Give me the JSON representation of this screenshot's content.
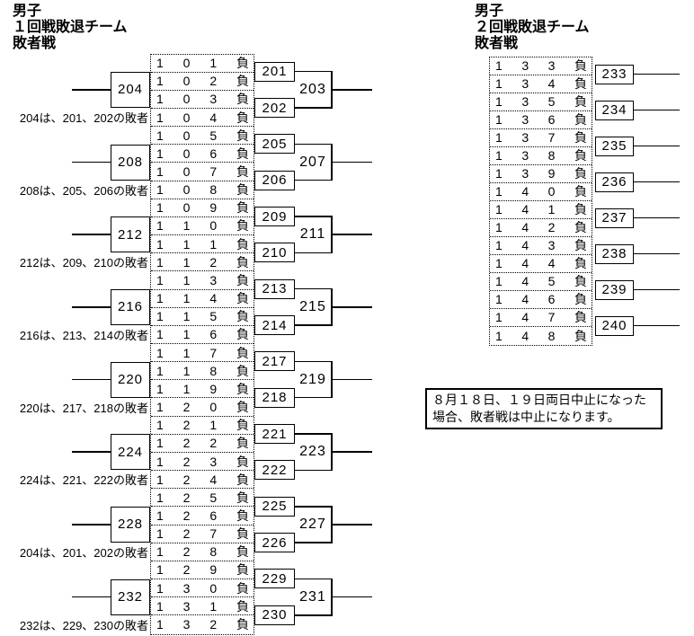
{
  "left_section": {
    "header": [
      "男子",
      "１回戦敗退チーム",
      "敗者戦"
    ],
    "loss_label": "負",
    "loser_rows": [
      "101",
      "102",
      "103",
      "104",
      "105",
      "106",
      "107",
      "108",
      "109",
      "110",
      "111",
      "112",
      "113",
      "114",
      "115",
      "116",
      "117",
      "118",
      "119",
      "120",
      "121",
      "122",
      "123",
      "124",
      "125",
      "126",
      "127",
      "128",
      "129",
      "130",
      "131",
      "132"
    ],
    "pair_boxes": [
      "201",
      "202",
      "205",
      "206",
      "209",
      "210",
      "213",
      "214",
      "217",
      "218",
      "221",
      "222",
      "225",
      "226",
      "229",
      "230"
    ],
    "advance_labels": [
      "203",
      "207",
      "211",
      "215",
      "219",
      "223",
      "227",
      "231"
    ],
    "consolation_boxes": [
      "204",
      "208",
      "212",
      "216",
      "220",
      "224",
      "228",
      "232"
    ],
    "captions": [
      "204は、201、202の敗者",
      "208は、205、206の敗者",
      "212は、209、210の敗者",
      "216は、213、214の敗者",
      "220は、217、218の敗者",
      "224は、221、222の敗者",
      "204は、201、202の敗者",
      "232は、229、230の敗者"
    ]
  },
  "right_section": {
    "header": [
      "男子",
      "２回戦敗退チーム",
      "敗者戦"
    ],
    "loss_label": "負",
    "loser_rows": [
      "133",
      "134",
      "135",
      "136",
      "137",
      "138",
      "139",
      "140",
      "141",
      "142",
      "143",
      "144",
      "145",
      "146",
      "147",
      "148"
    ],
    "match_boxes": [
      "233",
      "234",
      "235",
      "236",
      "237",
      "238",
      "239",
      "240"
    ]
  },
  "notice": {
    "lines": [
      "８月１８日、１９日両日中止になった",
      "場合、敗者戦は中止になります。"
    ]
  }
}
